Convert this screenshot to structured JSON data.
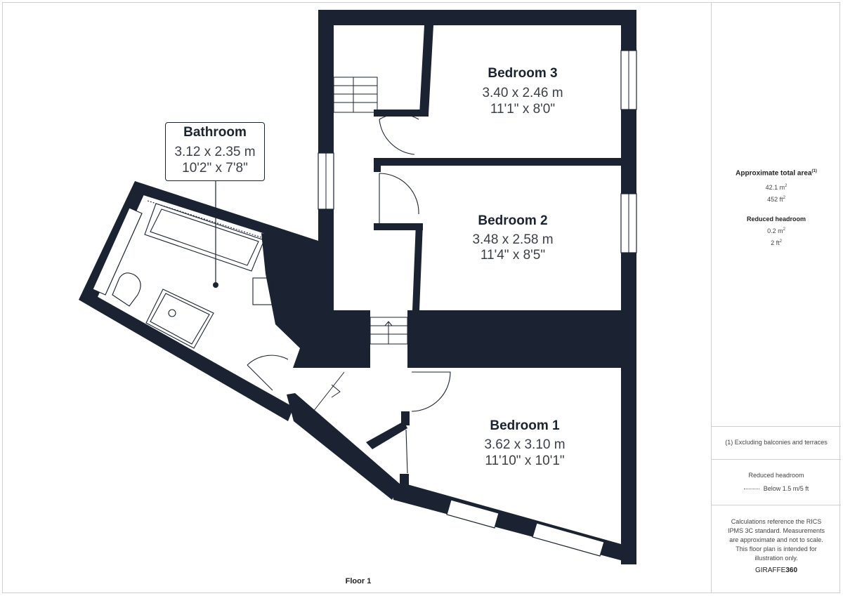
{
  "floor_label": "Floor 1",
  "rooms": {
    "bathroom": {
      "name": "Bathroom",
      "metric": "3.12 x 2.35 m",
      "imperial": "10'2\" x 7'8\""
    },
    "bedroom3": {
      "name": "Bedroom 3",
      "metric": "3.40 x 2.46 m",
      "imperial": "11'1\" x 8'0\""
    },
    "bedroom2": {
      "name": "Bedroom 2",
      "metric": "3.48 x 2.58 m",
      "imperial": "11'4\" x 8'5\""
    },
    "bedroom1": {
      "name": "Bedroom 1",
      "metric": "3.62 x 3.10 m",
      "imperial": "11'10\" x 10'1\""
    }
  },
  "sidebar": {
    "total_title": "Approximate total area",
    "total_note_mark": "(1)",
    "total_m2": "42.1 m",
    "total_ft2": "452 ft",
    "reduced_title": "Reduced headroom",
    "reduced_m2": "0.2 m",
    "reduced_ft2": "2 ft",
    "exclusion_note": "(1) Excluding balconies and terraces",
    "legend_title": "Reduced headroom",
    "legend_text": "Below 1.5 m/5 ft",
    "disclaimer": "Calculations reference the RICS IPMS 3C standard. Measurements are approximate and not to scale. This floor plan is intended for illustration only.",
    "brand_prefix": "GIRAFFE",
    "brand_suffix": "360",
    "sup2": "2"
  },
  "colors": {
    "wall": "#1b2332",
    "background": "#ffffff"
  }
}
